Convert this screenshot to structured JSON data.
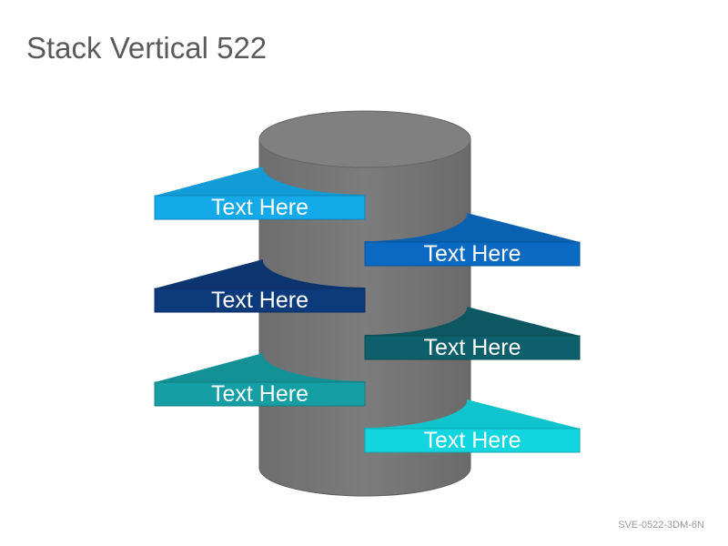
{
  "title": "Stack Vertical 522",
  "code": "SVE-0522-3DM-6N",
  "tiers": [
    {
      "label": "Text Here",
      "side": "left",
      "color": "#14a9e8"
    },
    {
      "label": "Text Here",
      "side": "right",
      "color": "#0a69c0"
    },
    {
      "label": "Text Here",
      "side": "left",
      "color": "#0d3a7a"
    },
    {
      "label": "Text Here",
      "side": "right",
      "color": "#0d5f6b"
    },
    {
      "label": "Text Here",
      "side": "left",
      "color": "#159ea3"
    },
    {
      "label": "Text Here",
      "side": "right",
      "color": "#11d5df"
    }
  ]
}
